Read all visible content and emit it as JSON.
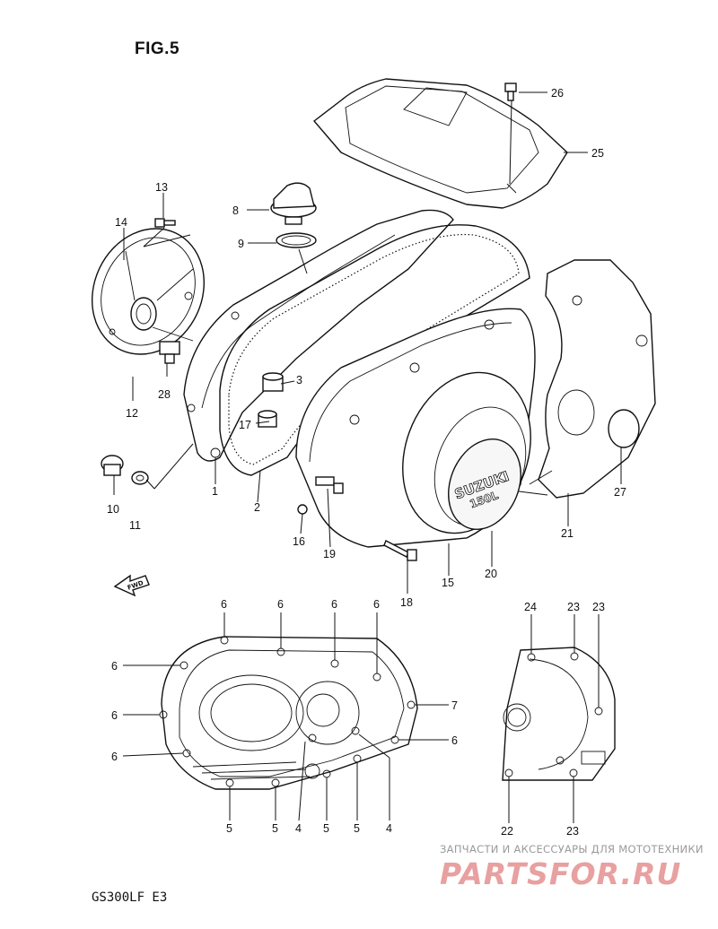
{
  "figure": {
    "title": "FIG.5",
    "model": "GS300LF  E3"
  },
  "watermark": {
    "tagline": "ЗАПЧАСТИ И АКСЕССУАРЫ ДЛЯ МОТОТЕХНИКИ",
    "logo_text": "PARTSFOR.RU",
    "color": "#e8a0a0"
  },
  "badge": {
    "brand": "SUZUKI",
    "model": "150L"
  },
  "fwd_arrow": "FWD",
  "callouts": {
    "p26": "26",
    "p25": "25",
    "p13": "13",
    "p14": "14",
    "p8": "8",
    "p9": "9",
    "p28": "28",
    "p12": "12",
    "p3": "3",
    "p17": "17",
    "p10": "10",
    "p11": "11",
    "p1": "1",
    "p2": "2",
    "p16": "16",
    "p19": "19",
    "p18": "18",
    "p15": "15",
    "p20": "20",
    "p21": "21",
    "p27": "27",
    "l6a": "6",
    "l6b": "6",
    "l6c": "6",
    "l6d": "6",
    "l6e": "6",
    "l6f": "6",
    "l6g": "6",
    "l6h": "6",
    "l7": "7",
    "l5a": "5",
    "l5b": "5",
    "l4a": "4",
    "l5c": "5",
    "l5d": "5",
    "l4b": "4",
    "l24": "24",
    "l23a": "23",
    "l23b": "23",
    "l22": "22",
    "l23c": "23"
  }
}
